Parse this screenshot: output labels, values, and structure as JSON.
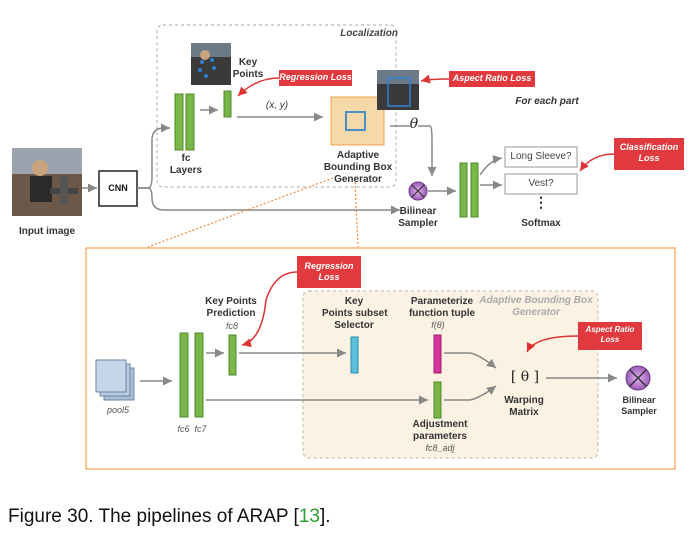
{
  "top": {
    "localization_title": "Localization",
    "key_points": "Key\nPoints",
    "regression_loss": "Regression Loss",
    "aspect_ratio_loss": "Aspect Ratio Loss",
    "for_each_part": "For each part",
    "xy": "(x, y)",
    "theta": "θ",
    "fc_layers": "fc\nLayers",
    "adaptive_generator": "Adaptive\nBounding Box\nGenerator",
    "cnn": "CNN",
    "input_image": "Input image",
    "bilinear_sampler": "Bilinear\nSampler",
    "long_sleeve": "Long Sleeve?",
    "vest": "Vest?",
    "ellipsis": "⋮",
    "softmax": "Softmax",
    "classification_loss": "Classification\nLoss"
  },
  "bottom": {
    "regression_loss": "Regression\nLoss",
    "kp_prediction": "Key Points\nPrediction",
    "fc8": "fc8",
    "kp_subset": "Key\nPoints subset\nSelector",
    "parameterize": "Parameterize\nfunction tuple",
    "f_theta": "f(θ)",
    "generator_title": "Adaptive Bounding Box\nGenerator",
    "aspect_ratio_loss": "Aspect Ratio\nLoss",
    "theta_bracket": "[ θ ]",
    "warping_matrix": "Warping\nMatrix",
    "bilinear_sampler": "Bilinear\nSampler",
    "pool5": "pool5",
    "fc6_fc7": "fc6  fc7",
    "adjustment": "Adjustment\nparameters",
    "fc8_adj": "fc8_adj"
  },
  "caption": {
    "prefix": "Figure 30. The pipelines of ARAP [",
    "ref": "13",
    "suffix": "]."
  },
  "colors": {
    "green": "#7ab648",
    "red": "#e03a3e",
    "orange_fill": "#f5d9a8",
    "orange_border": "#f0a050",
    "blue": "#4a90c8",
    "cyan": "#5bc0de",
    "magenta": "#d6339a",
    "purple": "#9b59b6"
  }
}
